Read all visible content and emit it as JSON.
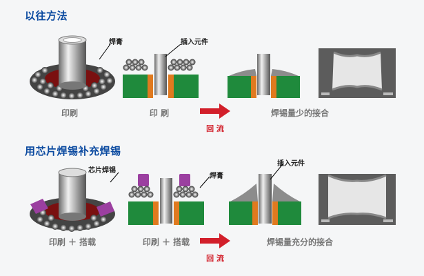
{
  "section1": {
    "title": "以往方法",
    "label_paste": "焊膏",
    "label_pin": "插入元件",
    "cap_print1": "印刷",
    "cap_print2": "印 刷",
    "cap_reflow": "回 流",
    "cap_result": "焊锡量少的接合"
  },
  "section2": {
    "title": "用芯片焊锡补充焊锡",
    "label_preform": "芯片焊锡",
    "label_paste": "焊膏",
    "label_pin": "插入元件",
    "cap_print1": "印刷 ＋ 搭载",
    "cap_print2": "印刷 ＋ 搭载",
    "cap_reflow": "回 流",
    "cap_result": "焊锡量充分的接合"
  },
  "colors": {
    "title": "#0b4aa0",
    "arrow": "#d21f2a",
    "board": "#1f8a3c",
    "pad": "#e07a1f",
    "preform": "#9b3fa0"
  }
}
